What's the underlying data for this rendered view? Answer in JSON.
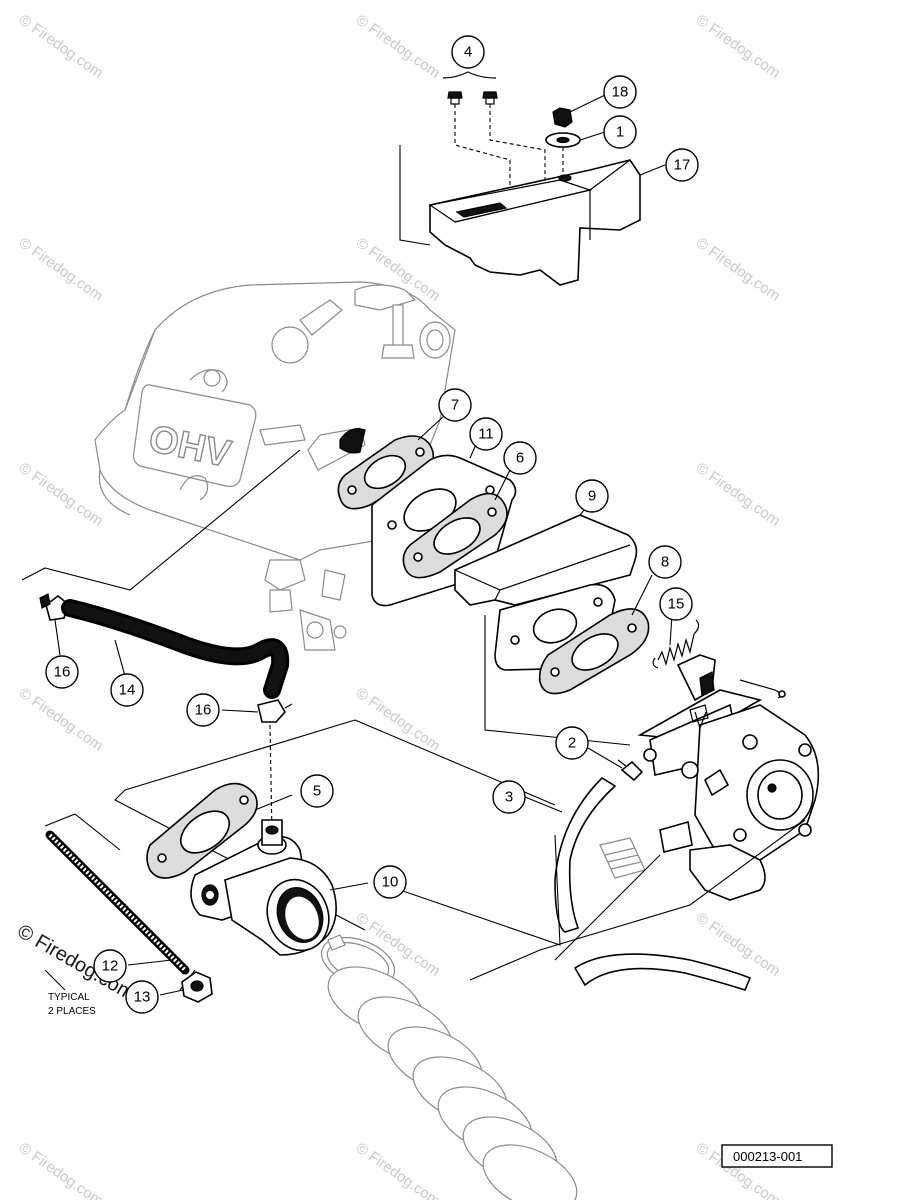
{
  "diagram": {
    "drawing_number": "000213-001",
    "note": {
      "line1": "TYPICAL",
      "line2": "2 PLACES"
    },
    "engine_cover_label": "OHV",
    "watermark": "© Firedog.com",
    "callouts": [
      "4",
      "18",
      "1",
      "17",
      "7",
      "11",
      "6",
      "9",
      "8",
      "15",
      "2",
      "3",
      "5",
      "10",
      "16",
      "14",
      "16",
      "12",
      "13"
    ]
  }
}
